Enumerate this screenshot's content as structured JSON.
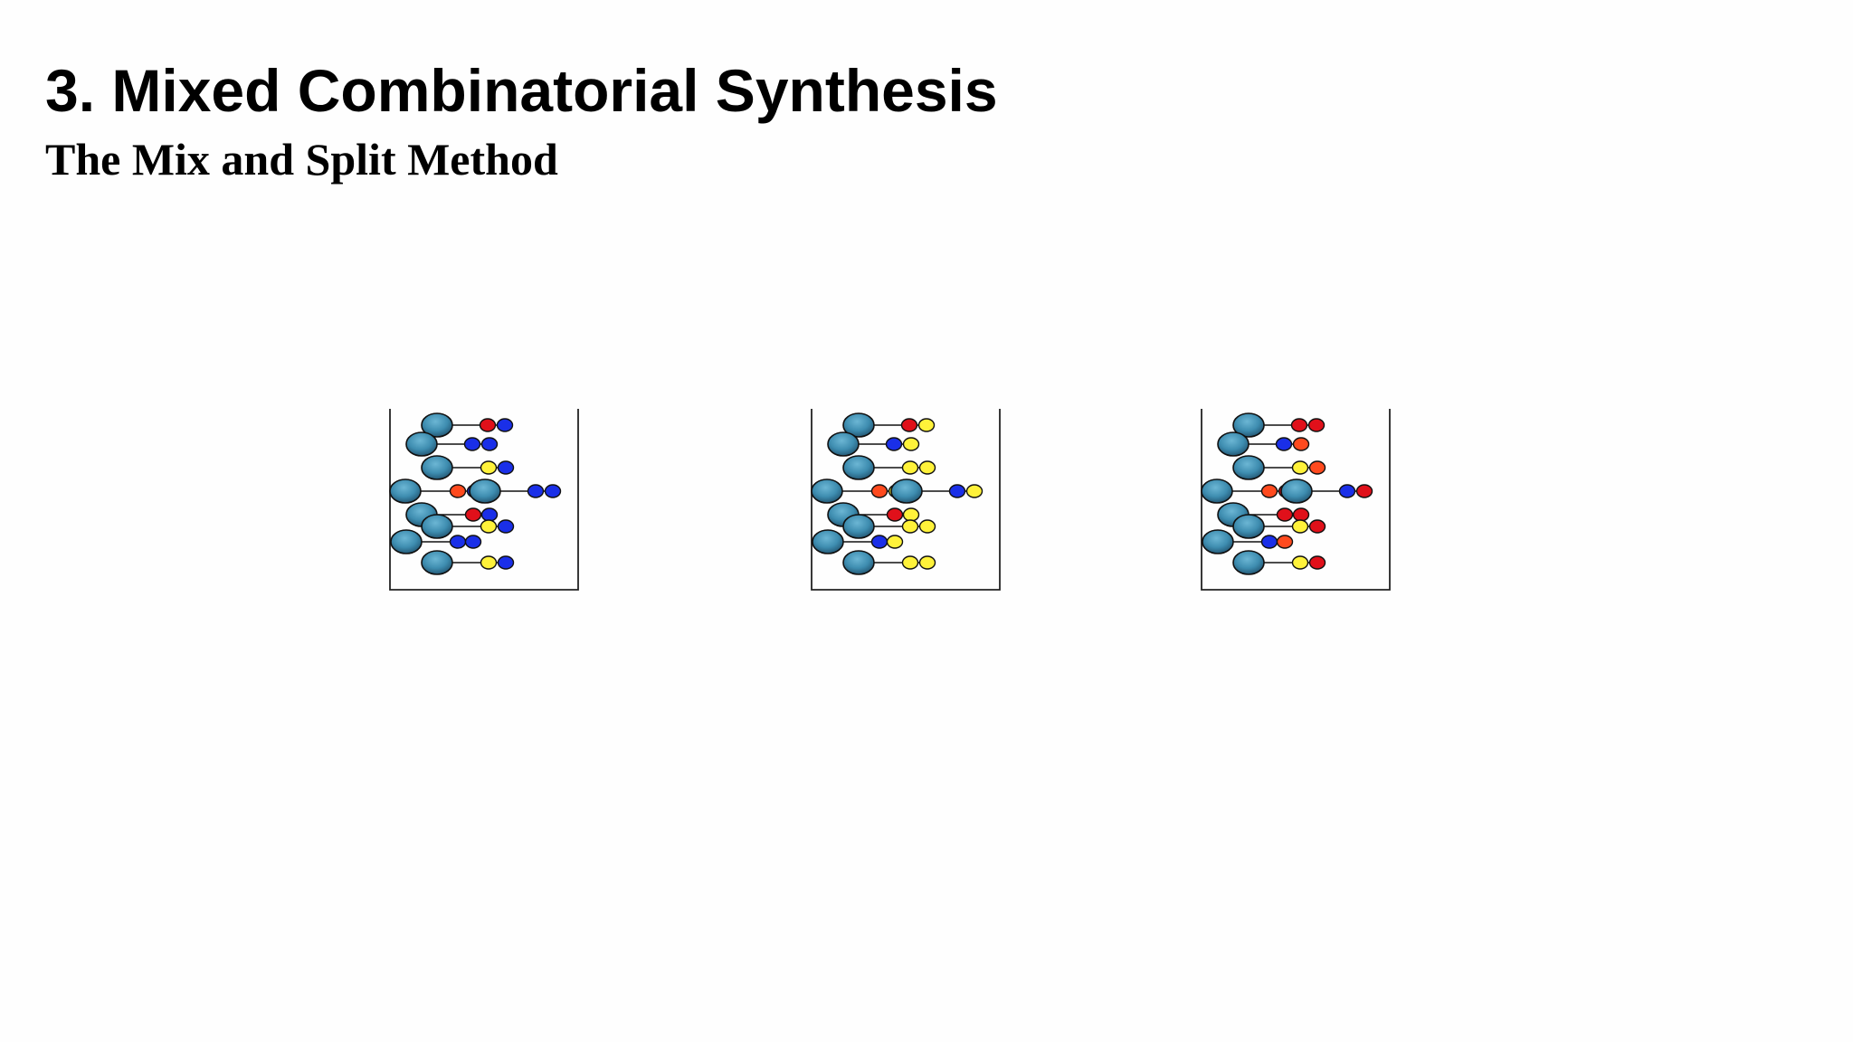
{
  "slide": {
    "title": "3. Mixed Combinatorial Synthesis",
    "subtitle": "The Mix and Split Method"
  },
  "colors": {
    "bead": "#3e8db0",
    "bead_dark": "#1f4f6b",
    "red": "#e0101a",
    "blue": "#1a2fe8",
    "yellow": "#fff23a",
    "orange": "#ff4a1e"
  },
  "vessels": [
    {
      "id": "vessel-1",
      "rows": [
        [
          "red",
          "blue"
        ],
        [
          "blue",
          "blue"
        ],
        [
          "yellow",
          "blue"
        ],
        [
          "orange",
          "blue"
        ],
        [
          "red",
          "blue"
        ],
        [
          "yellow",
          "blue"
        ],
        [
          "blue",
          "blue"
        ],
        [
          "yellow",
          "blue"
        ],
        [
          "blue",
          "blue"
        ]
      ]
    },
    {
      "id": "vessel-2",
      "rows": [
        [
          "red",
          "yellow"
        ],
        [
          "blue",
          "yellow"
        ],
        [
          "yellow",
          "yellow"
        ],
        [
          "orange",
          "yellow"
        ],
        [
          "red",
          "yellow"
        ],
        [
          "yellow",
          "yellow"
        ],
        [
          "blue",
          "yellow"
        ],
        [
          "yellow",
          "yellow"
        ],
        [
          "blue",
          "yellow"
        ]
      ]
    },
    {
      "id": "vessel-3",
      "rows": [
        [
          "red",
          "red"
        ],
        [
          "blue",
          "orange"
        ],
        [
          "yellow",
          "orange"
        ],
        [
          "orange",
          "red"
        ],
        [
          "red",
          "red"
        ],
        [
          "yellow",
          "red"
        ],
        [
          "blue",
          "orange"
        ],
        [
          "yellow",
          "red"
        ],
        [
          "blue",
          "red"
        ]
      ]
    }
  ]
}
